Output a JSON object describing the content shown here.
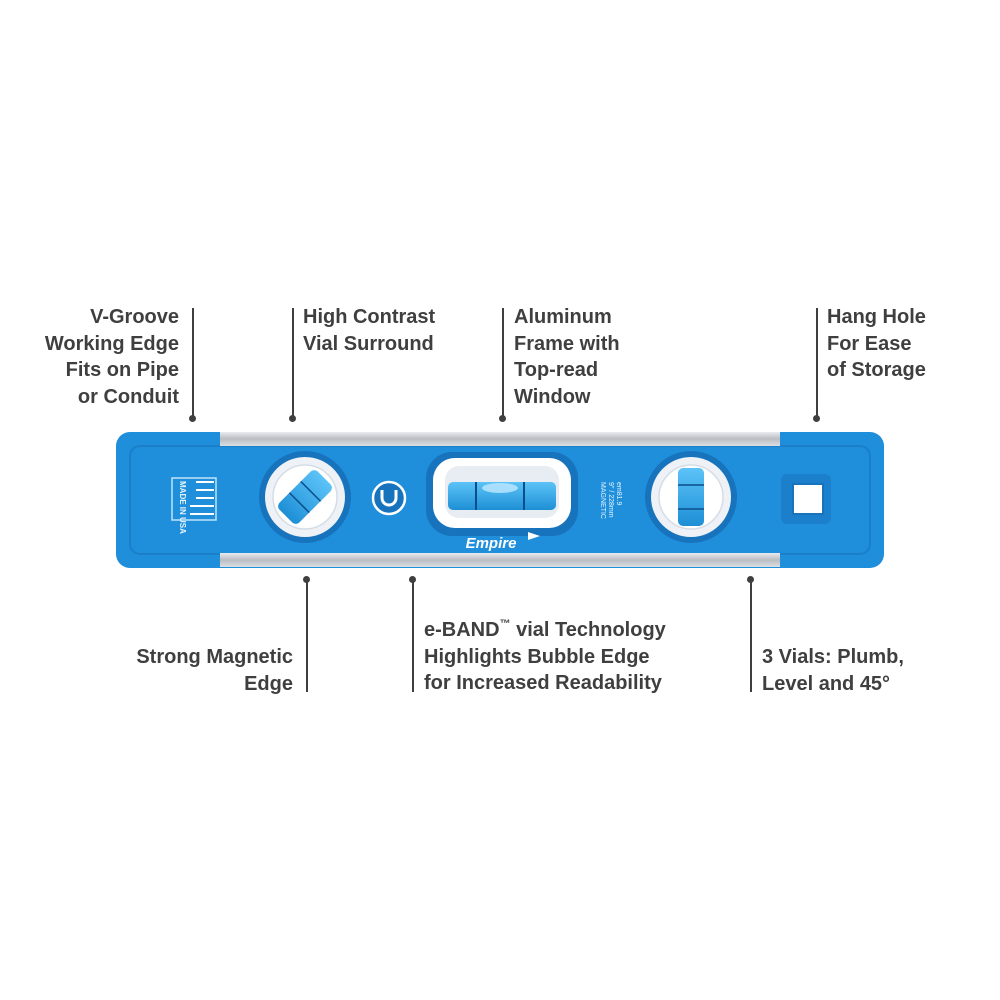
{
  "callouts": {
    "vgroove": [
      "V-Groove",
      "Working Edge",
      "Fits on Pipe",
      "or Conduit"
    ],
    "contrast": [
      "High Contrast",
      "Vial Surround"
    ],
    "aluminum": [
      "Aluminum",
      "Frame with",
      "Top-read",
      "Window"
    ],
    "hang": [
      "Hang Hole",
      "For Ease",
      "of Storage"
    ],
    "magnetic": [
      "Strong Magnetic",
      "Edge"
    ],
    "eband": {
      "line1_prefix": "e-BAND",
      "line1_tm": "™",
      "line1_suffix": " vial Technology",
      "line2": "Highlights Bubble Edge",
      "line3": "for Increased Readability"
    },
    "vials": [
      "3 Vials: Plumb,",
      "Level and 45°"
    ]
  },
  "product": {
    "brand": "Empire",
    "made_in": "MADE IN USA",
    "model": "em81.9",
    "size": "9\" / 228mm",
    "feature": "MAGNETIC"
  },
  "colors": {
    "body_blue": "#1f8fdc",
    "dark_blue": "#1873bd",
    "vial_blue": "#2aa6ee",
    "aluminum": "#c9ccd0",
    "text": "#3f3f3f"
  }
}
